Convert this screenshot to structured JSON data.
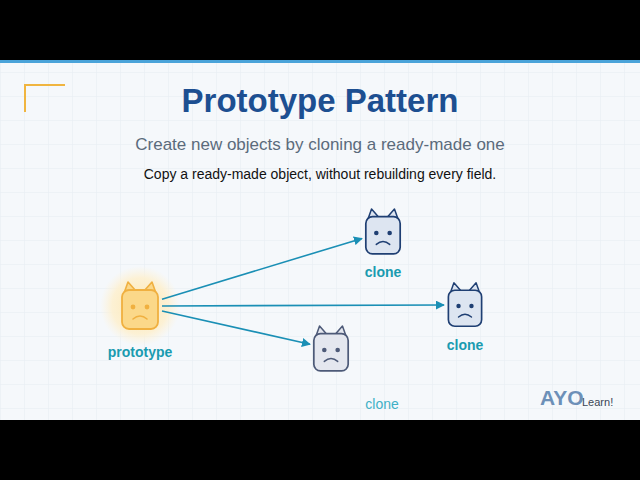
{
  "diagram": {
    "title": "Prototype Pattern",
    "nodes": [
      {
        "text": [
          "prototype"
        ]
      },
      {
        "text": [
          "clone"
        ]
      },
      {
        "text": [
          "clone"
        ]
      },
      {
        "text": [
          "clone"
        ]
      }
    ],
    "edges": [
      {
        "from": 0,
        "to": 1,
        "arrow": "to"
      },
      {
        "from": 0,
        "to": 2,
        "arrow": "to"
      },
      {
        "from": 0,
        "to": 3,
        "arrow": "to"
      }
    ],
    "labels": [
      "Create new objects by cloning a ready-made one",
      "Copy a ready-made object, without rebuilding every field.",
      "AYO",
      "Learn!"
    ]
  }
}
